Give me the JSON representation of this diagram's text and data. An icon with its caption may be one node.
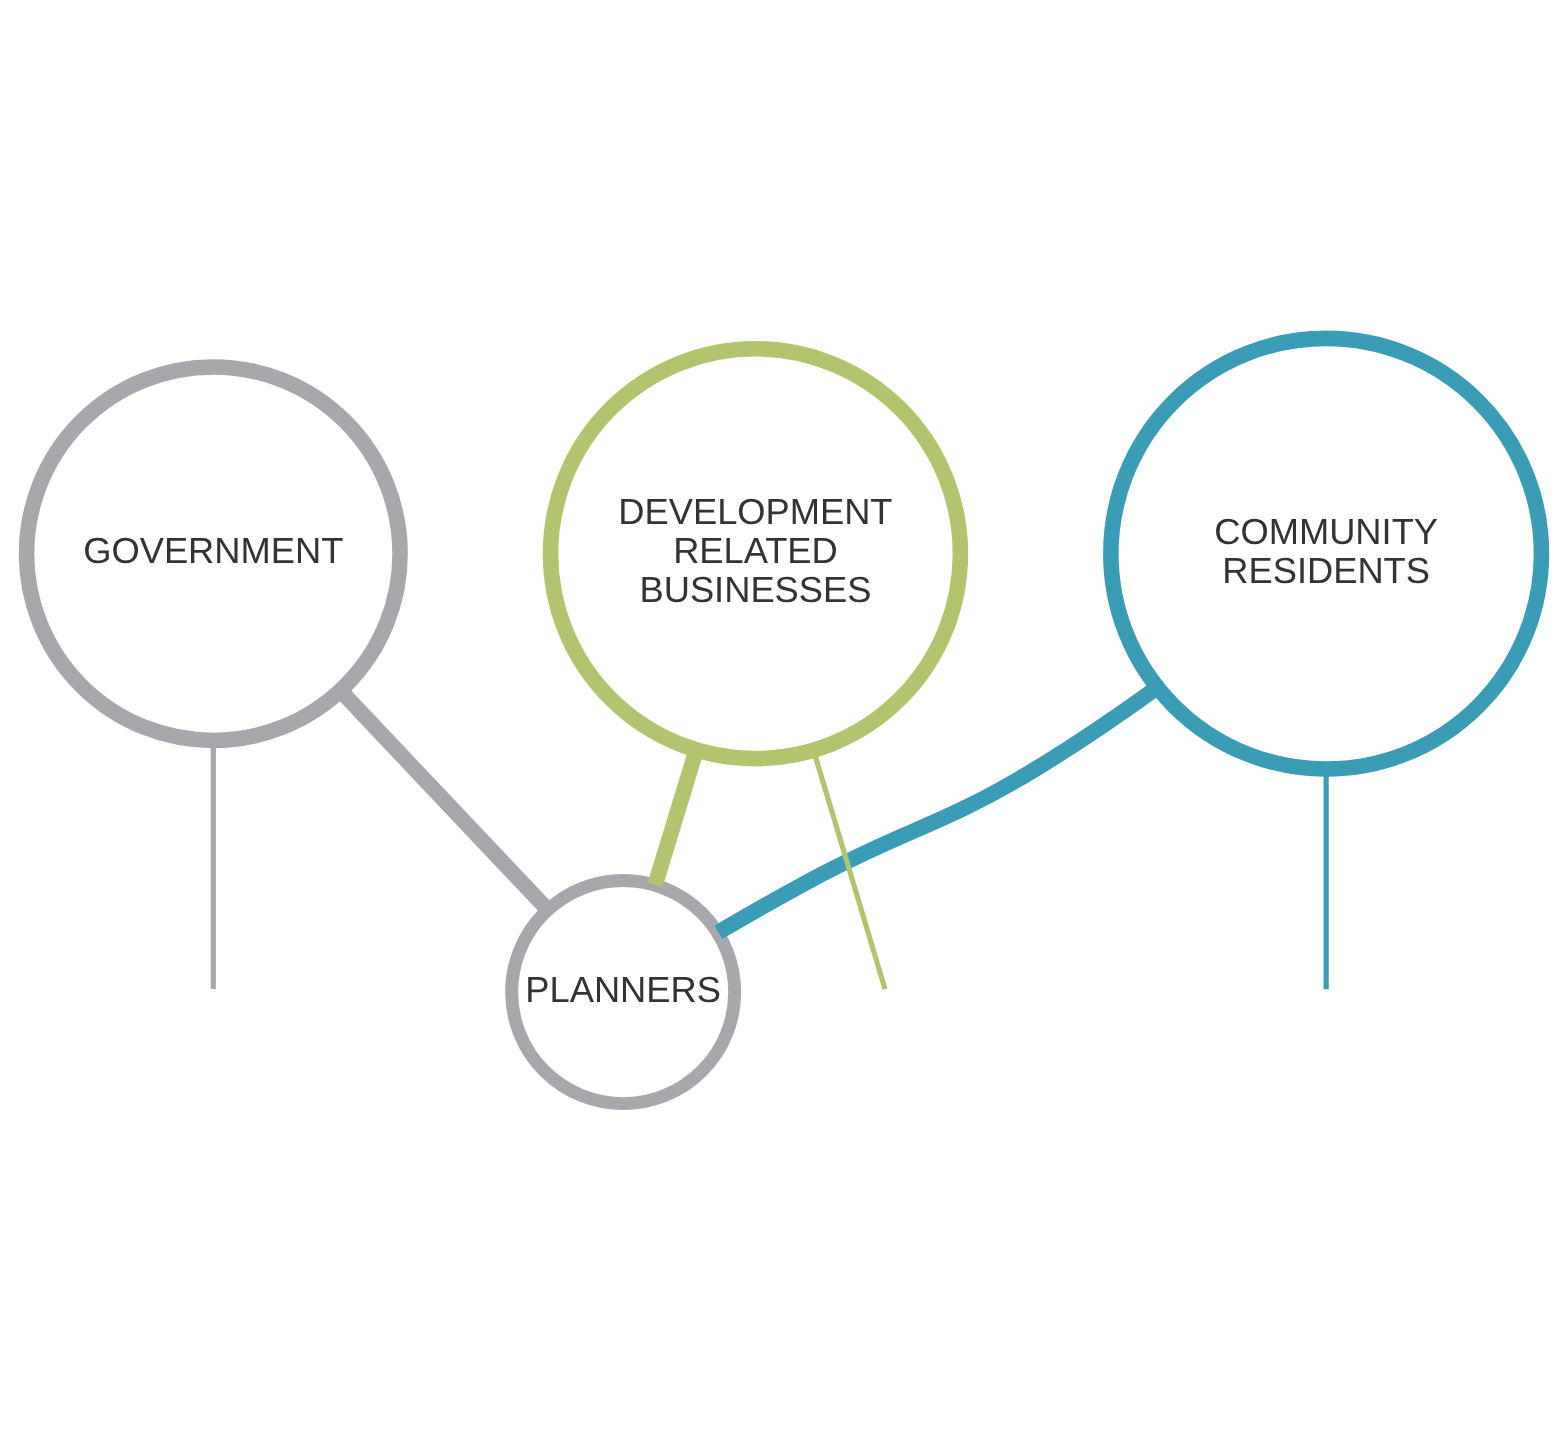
{
  "diagram": {
    "nodes": [
      {
        "text": [
          "COMMUNITY RESIDENTS"
        ]
      },
      {
        "text": [
          "PLANNERS"
        ]
      },
      {
        "text": [
          "GOVERNMENT"
        ]
      },
      {
        "text": [
          "DEVELOPMENT RELATED BUSINESSES"
        ]
      }
    ],
    "edges": [
      {
        "from": 0,
        "to": 1,
        "arrow": "none",
        "style": "thick",
        "color": "#3a9db5"
      },
      {
        "from": 2,
        "to": 1,
        "arrow": "none",
        "style": "thick",
        "color": "#a7a8ab"
      },
      {
        "from": 3,
        "to": 1,
        "arrow": "none",
        "style": "thick",
        "color": "#b3c46f"
      },
      {
        "from": 0,
        "to": null,
        "arrow": "none",
        "color": "#3a9db5"
      },
      {
        "from": 2,
        "to": null,
        "arrow": "none",
        "color": "#a7a8ab"
      },
      {
        "from": 3,
        "to": null,
        "arrow": "none",
        "color": "#b3c46f"
      }
    ]
  }
}
